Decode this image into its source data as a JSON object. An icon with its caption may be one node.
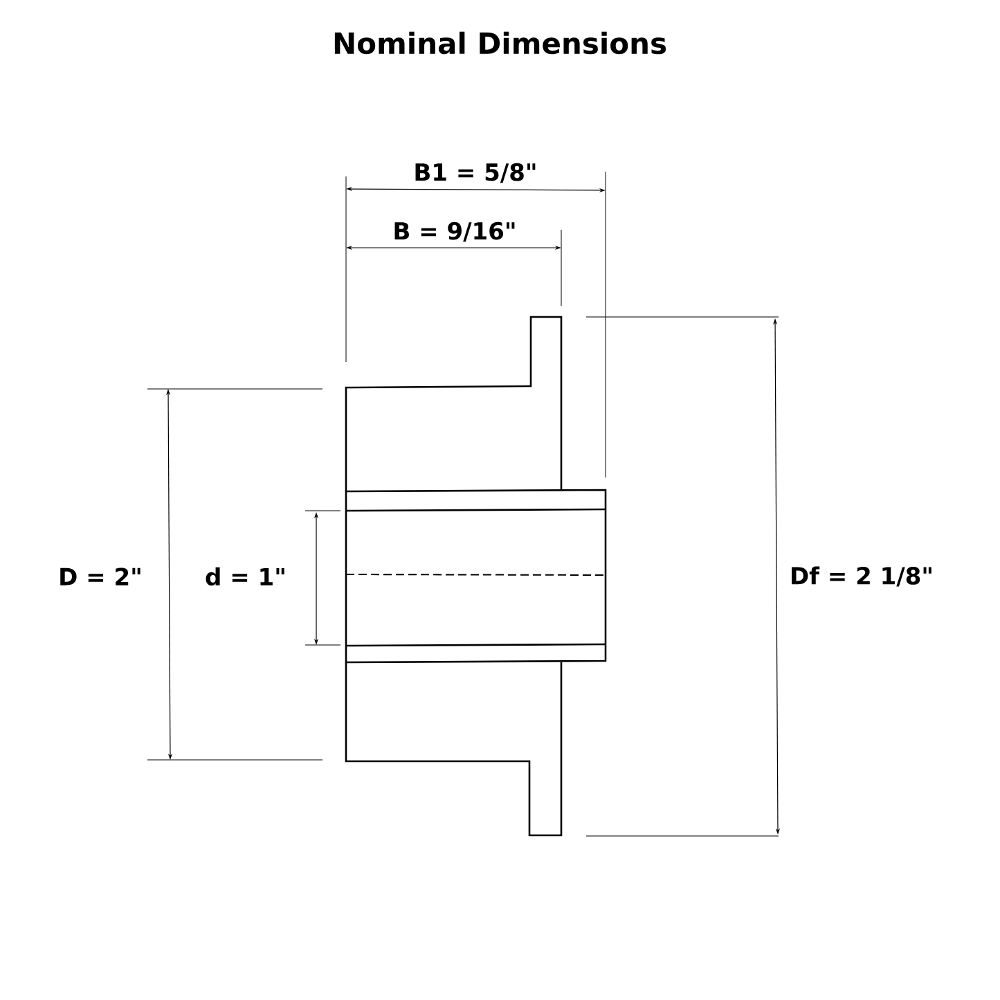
{
  "diagram": {
    "title": "Nominal Dimensions",
    "labels": [
      "B1 = 5/8\"",
      "B = 9/16\"",
      "D = 2\"",
      "d = 1\"",
      "Df = 2 1/8\""
    ]
  }
}
